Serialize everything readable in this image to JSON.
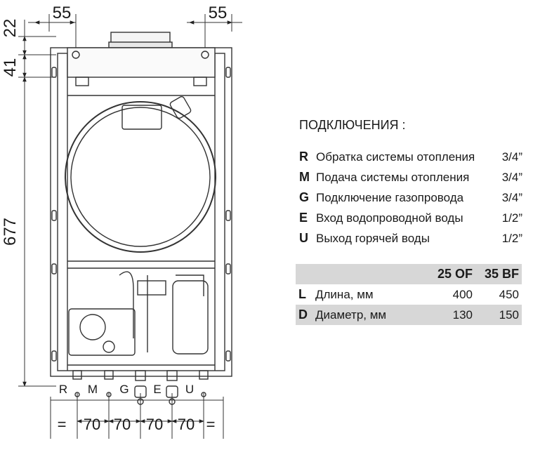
{
  "dimensions": {
    "top_left": "55",
    "top_right": "55",
    "left_top": "22",
    "left_mid": "41",
    "height": "677",
    "spacing": [
      "=",
      "70",
      "70",
      "70",
      "70",
      "="
    ]
  },
  "connection_letters": [
    "R",
    "M",
    "G",
    "E",
    "U"
  ],
  "connections": {
    "title": "ПОДКЛЮЧЕНИЯ :",
    "items": [
      {
        "code": "R",
        "label": "Обратка системы отопления",
        "size": "3/4”"
      },
      {
        "code": "M",
        "label": "Подача системы отопления",
        "size": "3/4”"
      },
      {
        "code": "G",
        "label": "Подключение газопровода",
        "size": "3/4”"
      },
      {
        "code": "E",
        "label": "Вход водопроводной воды",
        "size": "1/2”"
      },
      {
        "code": "U",
        "label": "Выход горячей воды",
        "size": "1/2”"
      }
    ]
  },
  "spec_table": {
    "headers": [
      "",
      "",
      "25 OF",
      "35 BF"
    ],
    "rows": [
      {
        "code": "L",
        "label": "Длина, мм",
        "v1": "400",
        "v2": "450"
      },
      {
        "code": "D",
        "label": "Диаметр, мм",
        "v1": "130",
        "v2": "150"
      }
    ]
  }
}
